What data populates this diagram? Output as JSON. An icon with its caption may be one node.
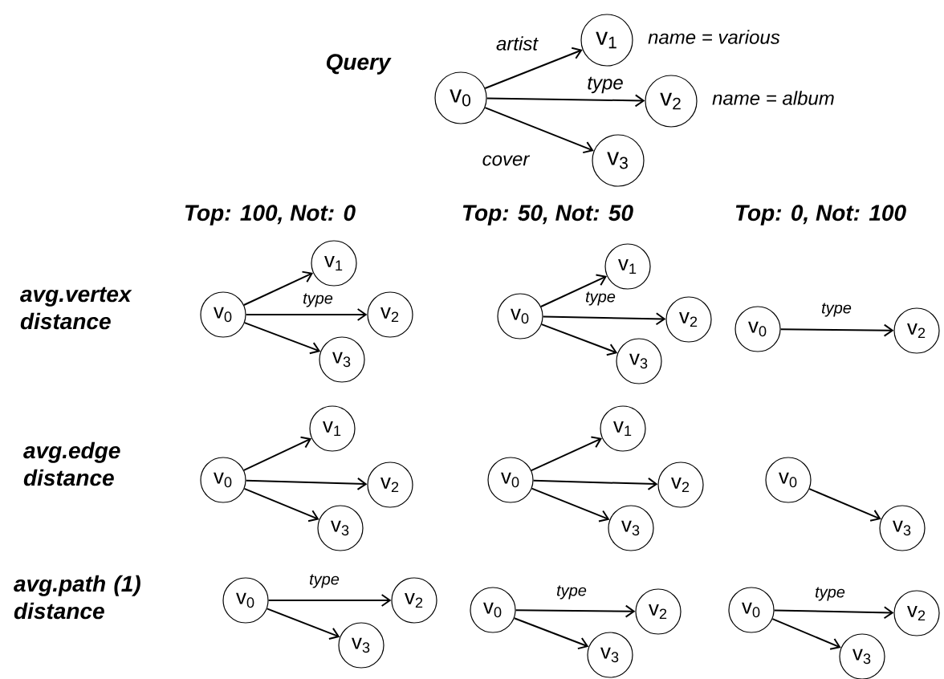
{
  "diagram": {
    "nodes": [
      {
        "text": [
          "v$_{0}$"
        ]
      },
      {
        "text": [
          "v$_{1}$"
        ],
        "beside": [
          "name = various"
        ]
      },
      {
        "text": [
          "v$_{2}$"
        ],
        "beside": [
          "name = album"
        ]
      },
      {
        "text": [
          "v$_{3}$"
        ]
      },
      {
        "text": [
          "v$_{0}$"
        ]
      },
      {
        "text": [
          "v$_{1}$"
        ]
      },
      {
        "text": [
          "v$_{2}$"
        ]
      },
      {
        "text": [
          "v$_{3}$"
        ]
      },
      {
        "text": [
          "v$_{0}$"
        ]
      },
      {
        "text": [
          "v$_{1}$"
        ]
      },
      {
        "text": [
          "v$_{2}$"
        ]
      },
      {
        "text": [
          "v$_{3}$"
        ]
      },
      {
        "text": [
          "v$_{0}$"
        ]
      },
      {
        "text": [
          "v$_{2}$"
        ]
      },
      {
        "text": [
          "v$_{0}$"
        ]
      },
      {
        "text": [
          "v$_{1}$"
        ]
      },
      {
        "text": [
          "v$_{2}$"
        ]
      },
      {
        "text": [
          "v$_{3}$"
        ]
      },
      {
        "text": [
          "v$_{0}$"
        ]
      },
      {
        "text": [
          "v$_{1}$"
        ]
      },
      {
        "text": [
          "v$_{2}$"
        ]
      },
      {
        "text": [
          "v$_{3}$"
        ]
      },
      {
        "text": [
          "v$_{0}$"
        ]
      },
      {
        "text": [
          "v$_{3}$"
        ]
      },
      {
        "text": [
          "v$_{0}$"
        ]
      },
      {
        "text": [
          "v$_{2}$"
        ]
      },
      {
        "text": [
          "v$_{3}$"
        ]
      },
      {
        "text": [
          "v$_{0}$"
        ]
      },
      {
        "text": [
          "v$_{2}$"
        ]
      },
      {
        "text": [
          "v$_{3}$"
        ]
      },
      {
        "text": [
          "v$_{0}$"
        ]
      },
      {
        "text": [
          "v$_{2}$"
        ]
      },
      {
        "text": [
          "v$_{3}$"
        ]
      }
    ],
    "edges": [
      {
        "from": 0,
        "to": 1,
        "arrow": "to",
        "label": "artist"
      },
      {
        "from": 0,
        "to": 2,
        "arrow": "to",
        "label": "type"
      },
      {
        "from": 0,
        "to": 3,
        "arrow": "to",
        "label": "cover"
      },
      {
        "from": 4,
        "to": 5,
        "arrow": "to"
      },
      {
        "from": 4,
        "to": 6,
        "arrow": "to",
        "label": "type"
      },
      {
        "from": 4,
        "to": 7,
        "arrow": "to"
      },
      {
        "from": 8,
        "to": 9,
        "arrow": "to"
      },
      {
        "from": 8,
        "to": 10,
        "arrow": "to",
        "label": "type"
      },
      {
        "from": 8,
        "to": 11,
        "arrow": "to"
      },
      {
        "from": 12,
        "to": 13,
        "arrow": "to",
        "label": "type"
      },
      {
        "from": 14,
        "to": 15,
        "arrow": "to"
      },
      {
        "from": 14,
        "to": 16,
        "arrow": "to"
      },
      {
        "from": 14,
        "to": 17,
        "arrow": "to"
      },
      {
        "from": 18,
        "to": 19,
        "arrow": "to"
      },
      {
        "from": 18,
        "to": 20,
        "arrow": "to"
      },
      {
        "from": 18,
        "to": 21,
        "arrow": "to"
      },
      {
        "from": 22,
        "to": 23,
        "arrow": "to"
      },
      {
        "from": 24,
        "to": 25,
        "arrow": "to",
        "label": "type"
      },
      {
        "from": 24,
        "to": 26,
        "arrow": "to"
      },
      {
        "from": 27,
        "to": 28,
        "arrow": "to",
        "label": "type"
      },
      {
        "from": 27,
        "to": 29,
        "arrow": "to"
      },
      {
        "from": 30,
        "to": 31,
        "arrow": "to",
        "label": "type"
      },
      {
        "from": 30,
        "to": 32,
        "arrow": "to"
      }
    ],
    "labels": [
      "Query",
      "Top: 100, Not: 0",
      "Top: 50, Not: 50",
      "Top: 0, Not: 100",
      "avg.vertex distance",
      "avg.edge distance",
      "avg.path (1) distance"
    ]
  }
}
